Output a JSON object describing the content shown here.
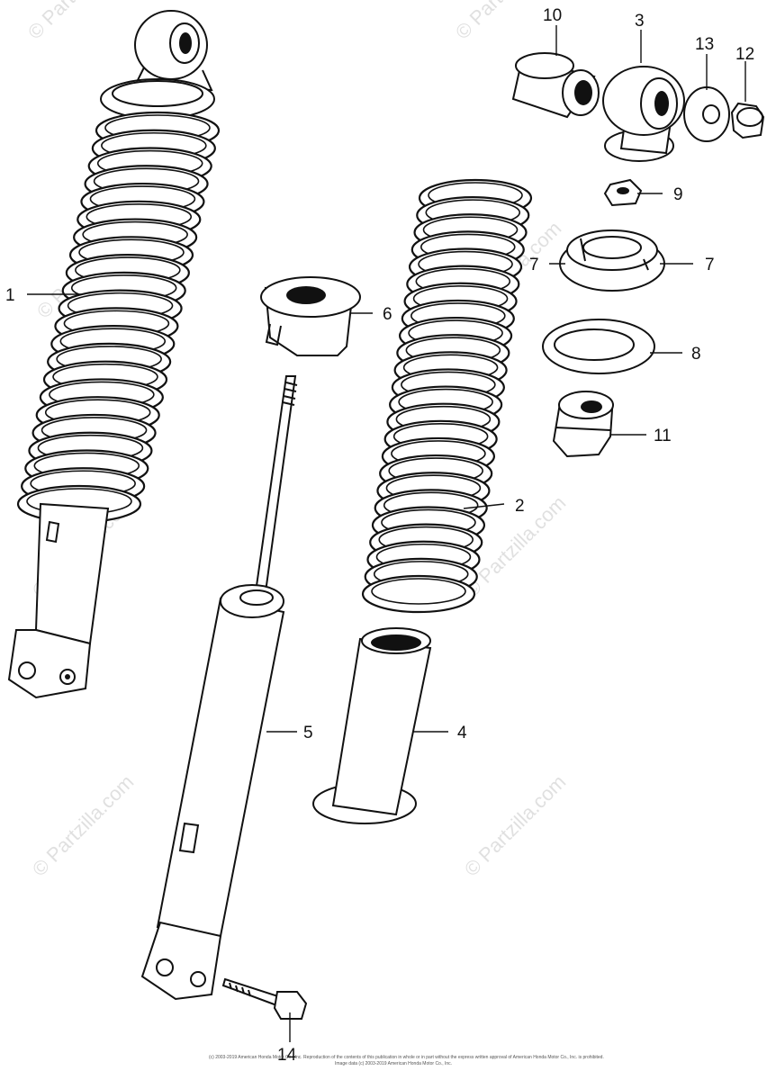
{
  "watermark": {
    "text": "© Partzilla.com"
  },
  "callouts": [
    {
      "id": "1",
      "label": "1"
    },
    {
      "id": "2",
      "label": "2"
    },
    {
      "id": "3",
      "label": "3"
    },
    {
      "id": "4",
      "label": "4"
    },
    {
      "id": "5",
      "label": "5"
    },
    {
      "id": "6",
      "label": "6"
    },
    {
      "id": "7a",
      "label": "7"
    },
    {
      "id": "7b",
      "label": "7"
    },
    {
      "id": "8",
      "label": "8"
    },
    {
      "id": "9",
      "label": "9"
    },
    {
      "id": "10",
      "label": "10"
    },
    {
      "id": "11",
      "label": "11"
    },
    {
      "id": "12",
      "label": "12"
    },
    {
      "id": "13",
      "label": "13"
    },
    {
      "id": "14",
      "label": "14"
    }
  ],
  "footer": {
    "line1": "(c) 2003-2019 American Honda Motor Co., Inc. Reproduction of the contents of this publication in whole or in part without the express written approval of American Honda Motor Co., Inc. is prohibited.",
    "line2": "Image data (c) 2003-2019 American Honda Motor Co., Inc."
  }
}
